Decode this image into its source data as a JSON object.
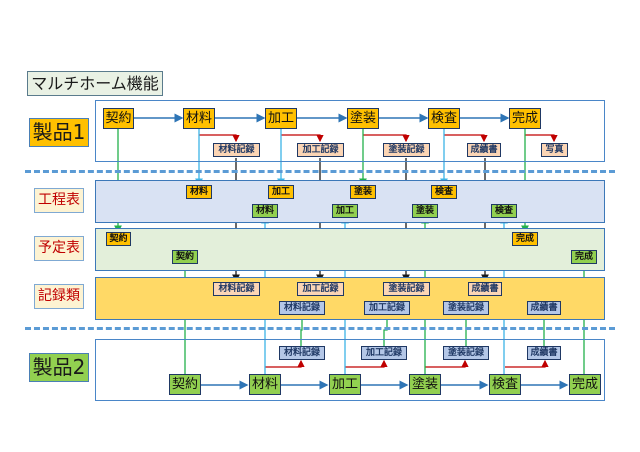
{
  "title": "マルチホーム機能",
  "products": {
    "product1": {
      "label": "製品1",
      "color": "#ffc000",
      "steps": [
        "契約",
        "材料",
        "加工",
        "塗装",
        "検査",
        "完成"
      ],
      "records": [
        "材料記録",
        "加工記録",
        "塗装記録",
        "成績書",
        "写真"
      ]
    },
    "product2": {
      "label": "製品2",
      "color": "#92d050",
      "steps": [
        "契約",
        "材料",
        "加工",
        "塗装",
        "検査",
        "完成"
      ],
      "records": [
        "材料記録",
        "加工記録",
        "塗装記録",
        "成績書"
      ]
    }
  },
  "sections": {
    "process_table": {
      "label": "工程表",
      "product1_items": [
        "材料",
        "加工",
        "塗装",
        "検査"
      ],
      "product2_items": [
        "材料",
        "加工",
        "塗装",
        "検査"
      ]
    },
    "schedule_table": {
      "label": "予定表",
      "product1_items": [
        "契約",
        "完成"
      ],
      "product2_items": [
        "契約",
        "完成"
      ]
    },
    "records": {
      "label": "記録類",
      "product1_items": [
        "材料記録",
        "加工記録",
        "塗装記録",
        "成績書"
      ],
      "product2_items": [
        "材料記録",
        "加工記録",
        "塗装記録",
        "成績書"
      ]
    }
  },
  "colors": {
    "flow_arrow": "#2e75b6",
    "record_arrow": "#c00000",
    "process_link": "#3cb4e6",
    "schedule_link": "#22b14c",
    "record_link": "#1a1a1a"
  }
}
